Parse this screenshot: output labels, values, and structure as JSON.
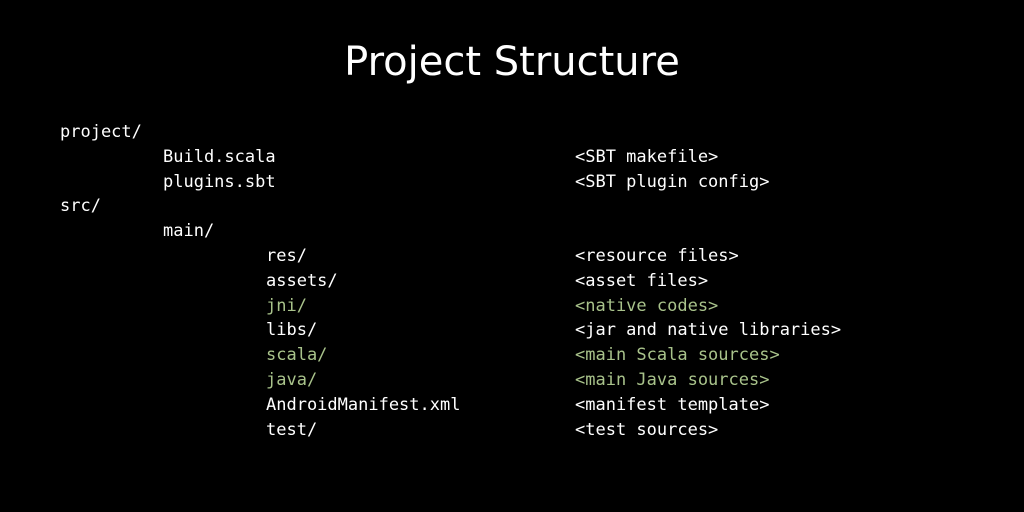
{
  "slide": {
    "title": "Project Structure",
    "colors": {
      "background": "#000000",
      "text": "#ffffff",
      "highlight": "#a9c38b"
    },
    "rows": [
      {
        "path": "project/",
        "desc": "",
        "depth": 0,
        "highlight": false
      },
      {
        "path": "Build.scala",
        "desc": "<SBT makefile>",
        "depth": 1,
        "highlight": false
      },
      {
        "path": "plugins.sbt",
        "desc": "<SBT plugin config>",
        "depth": 1,
        "highlight": false
      },
      {
        "path": "src/",
        "desc": "",
        "depth": 0,
        "highlight": false
      },
      {
        "path": "main/",
        "desc": "",
        "depth": 1,
        "highlight": false
      },
      {
        "path": "res/",
        "desc": "<resource files>",
        "depth": 2,
        "highlight": false
      },
      {
        "path": "assets/",
        "desc": "<asset files>",
        "depth": 2,
        "highlight": false
      },
      {
        "path": "jni/",
        "desc": "<native codes>",
        "depth": 2,
        "highlight": true
      },
      {
        "path": "libs/",
        "desc": "<jar and native libraries>",
        "depth": 2,
        "highlight": false
      },
      {
        "path": "scala/",
        "desc": "<main Scala sources>",
        "depth": 2,
        "highlight": true
      },
      {
        "path": "java/",
        "desc": "<main Java sources>",
        "depth": 2,
        "highlight": true
      },
      {
        "path": "AndroidManifest.xml",
        "desc": "<manifest template>",
        "depth": 2,
        "highlight": false
      },
      {
        "path": "test/",
        "desc": "<test sources>",
        "depth": 2,
        "highlight": false
      }
    ]
  }
}
